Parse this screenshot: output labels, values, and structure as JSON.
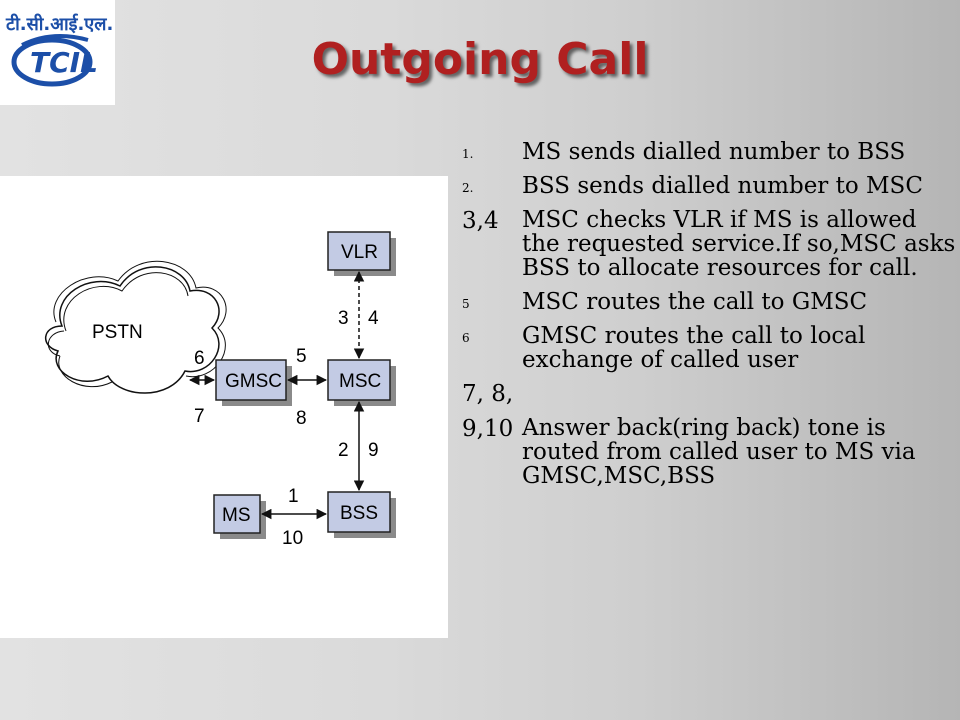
{
  "slide": {
    "title": "Outgoing Call",
    "logo_text": "टी.सी.आई.एल. TCIL"
  },
  "diagram": {
    "nodes": {
      "pstn": "PSTN",
      "gmsc": "GMSC",
      "msc": "MSC",
      "vlr": "VLR",
      "bss": "BSS",
      "ms": "MS"
    },
    "edge_labels": {
      "l1": "1",
      "l2": "2",
      "l3": "3",
      "l4": "4",
      "l5": "5",
      "l6": "6",
      "l7": "7",
      "l8": "8",
      "l9": "9",
      "l10": "10"
    },
    "colors": {
      "box_fill": "#c3cbe4",
      "title": "#b02020"
    }
  },
  "steps": [
    {
      "num": "1.",
      "text": "MS sends dialled number to BSS"
    },
    {
      "num": "2.",
      "text": "BSS sends dialled number to MSC"
    },
    {
      "num": "3,4",
      "text": "MSC checks VLR if MS is allowed the requested service.If so,MSC asks BSS to allocate resources for call."
    },
    {
      "num": "5",
      "text": "MSC routes the call to GMSC"
    },
    {
      "num": "6",
      "text": "GMSC routes the call  to local exchange of called user"
    },
    {
      "num": "",
      "text": "7, 8,"
    },
    {
      "num": "9,10",
      "text": "Answer back(ring back) tone is routed from called user to MS via GMSC,MSC,BSS"
    }
  ]
}
